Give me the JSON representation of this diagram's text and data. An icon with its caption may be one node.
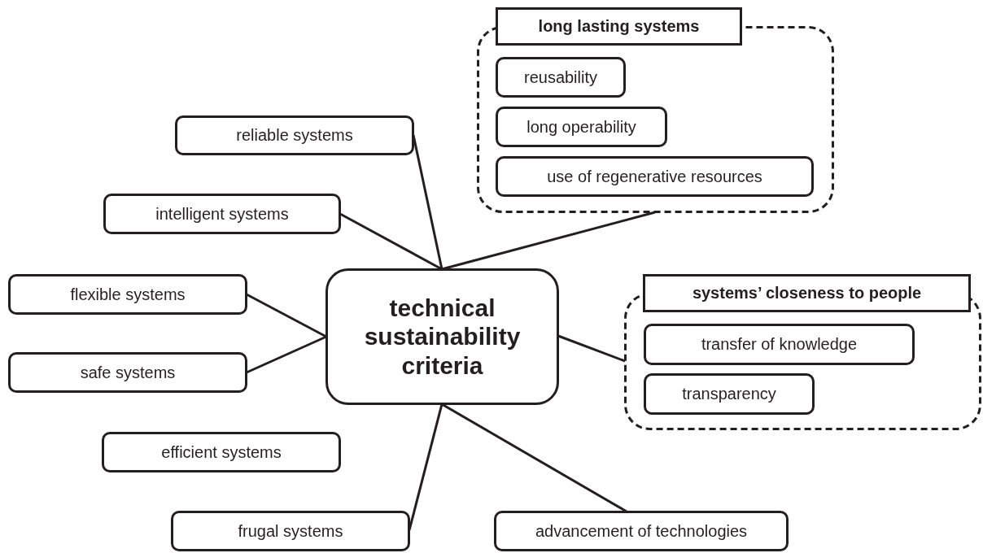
{
  "diagram": {
    "nodes": [
      {
        "text": [],
        "shape": "box"
      },
      {
        "text": [
          "long lasting systems"
        ]
      },
      {
        "text": [
          "reusability"
        ],
        "in": 0
      },
      {
        "text": [
          "long operability"
        ],
        "in": 0
      },
      {
        "text": [
          "use of regenerative resources"
        ],
        "in": 0
      },
      {
        "text": [
          "reliable systems"
        ]
      },
      {
        "text": [
          "intelligent systems"
        ]
      },
      {
        "text": [
          "technical sustainability criteria"
        ]
      },
      {
        "text": [
          "flexible systems"
        ]
      },
      {
        "text": [
          "safe systems"
        ]
      },
      {
        "text": [],
        "shape": "box"
      },
      {
        "text": [
          "systems’ closeness to people"
        ]
      },
      {
        "text": [
          "transfer of knowledge"
        ],
        "in": 10
      },
      {
        "text": [
          "transparency"
        ],
        "in": 10
      },
      {
        "text": [
          "efficient systems"
        ]
      },
      {
        "text": [
          "frugal systems"
        ]
      },
      {
        "text": [
          "advancement of technologies"
        ]
      }
    ],
    "edges": [
      {
        "from": 7,
        "to": 5,
        "arrow": "none"
      },
      {
        "from": 7,
        "to": 6,
        "arrow": "none"
      },
      {
        "from": 7,
        "to": 0,
        "arrow": "none"
      },
      {
        "from": 7,
        "to": 8,
        "arrow": "none"
      },
      {
        "from": 7,
        "to": 9,
        "arrow": "none"
      },
      {
        "from": 7,
        "to": 10,
        "arrow": "none"
      },
      {
        "from": 7,
        "to": 15,
        "arrow": "none"
      },
      {
        "from": 7,
        "to": 16,
        "arrow": "none"
      }
    ]
  }
}
